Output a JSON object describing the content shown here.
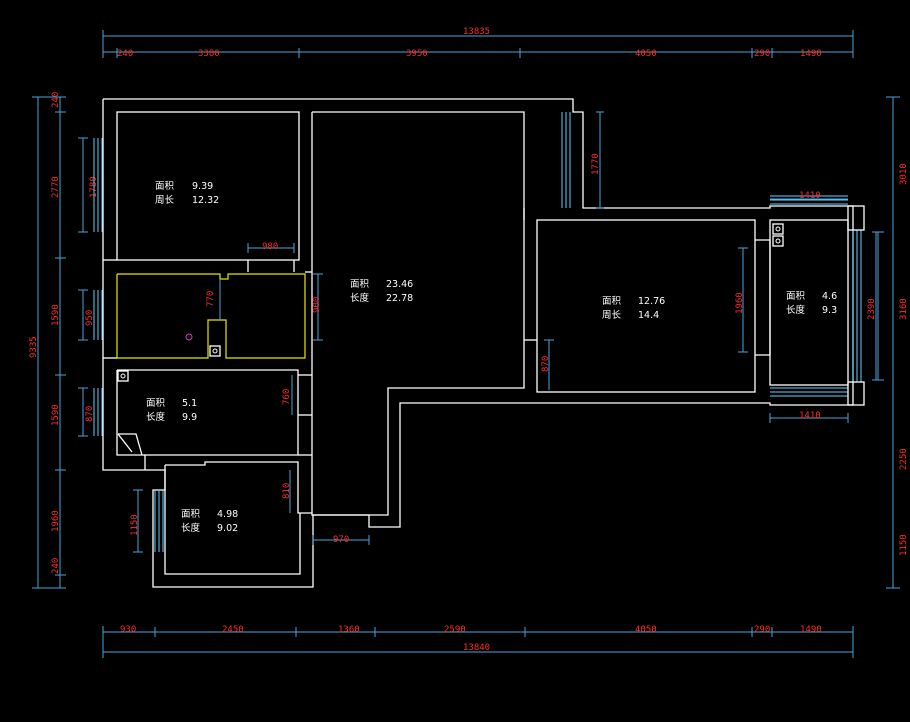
{
  "dims": {
    "top_total": "13835",
    "top": [
      "240",
      "3380",
      "3950",
      "4050",
      "290",
      "1490"
    ],
    "bottom_total": "13840",
    "bottom": [
      "930",
      "2450",
      "1360",
      "2590",
      "4050",
      "290",
      "1490"
    ],
    "left_total": "9335",
    "left": [
      "240",
      "2770",
      "1590",
      "1590",
      "1960",
      "240"
    ],
    "left_inner": [
      "1780",
      "950",
      "870",
      "1150"
    ],
    "right": [
      "3010",
      "3160",
      "2250",
      "1150"
    ],
    "inner": [
      "1770",
      "980",
      "770",
      "900",
      "1960",
      "870",
      "760",
      "810",
      "970",
      "2390",
      "1410",
      "1410"
    ]
  },
  "rooms": [
    {
      "area_label": "面积",
      "area": "9.39",
      "perim_label": "周长",
      "perim": "12.32"
    },
    {
      "area_label": "面积",
      "area": "23.46",
      "perim_label": "长度",
      "perim": "22.78"
    },
    {
      "area_label": "面积",
      "area": "12.76",
      "perim_label": "周长",
      "perim": "14.4"
    },
    {
      "area_label": "面积",
      "area": "4.6",
      "perim_label": "长度",
      "perim": "9.3"
    },
    {
      "area_label": "面积",
      "area": "5.1",
      "perim_label": "长度",
      "perim": "9.9"
    },
    {
      "area_label": "面积",
      "area": "4.98",
      "perim_label": "长度",
      "perim": "9.02"
    }
  ],
  "colors": {
    "wall": "#ffffff",
    "dimension_text": "#ff2a2a",
    "dimension_line": "#4aa3d8",
    "window": "#5fd0ff",
    "kitchen_outline": "#e8e800"
  }
}
